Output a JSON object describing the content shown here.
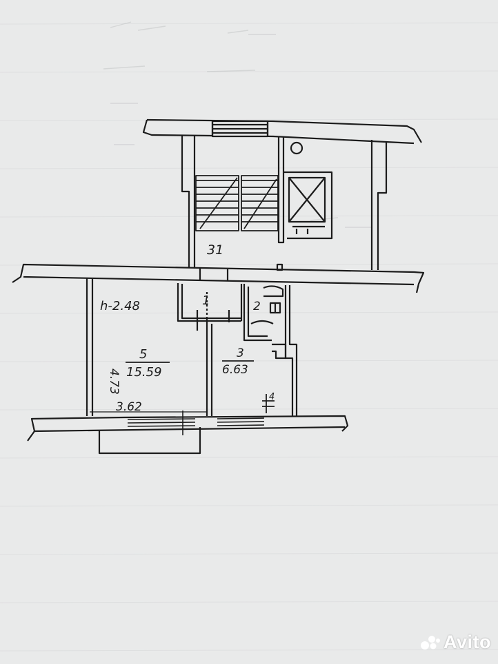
{
  "floor_plan": {
    "stair_section": "31",
    "room_labels": {
      "hall": "1",
      "bathroom": "2",
      "kitchen_no": "3",
      "kitchen_area": "6.63",
      "living_no": "5",
      "living_area": "15.59"
    },
    "ceiling_height": "h-2.48",
    "dim_width": "3.62",
    "dim_length": "4.73",
    "electric_stove_mark": "4"
  },
  "watermark": {
    "brand": "Avito"
  },
  "colors": {
    "paper": "#e9eaea",
    "ink": "#1c1c1c",
    "watermark": "#ffffff"
  }
}
